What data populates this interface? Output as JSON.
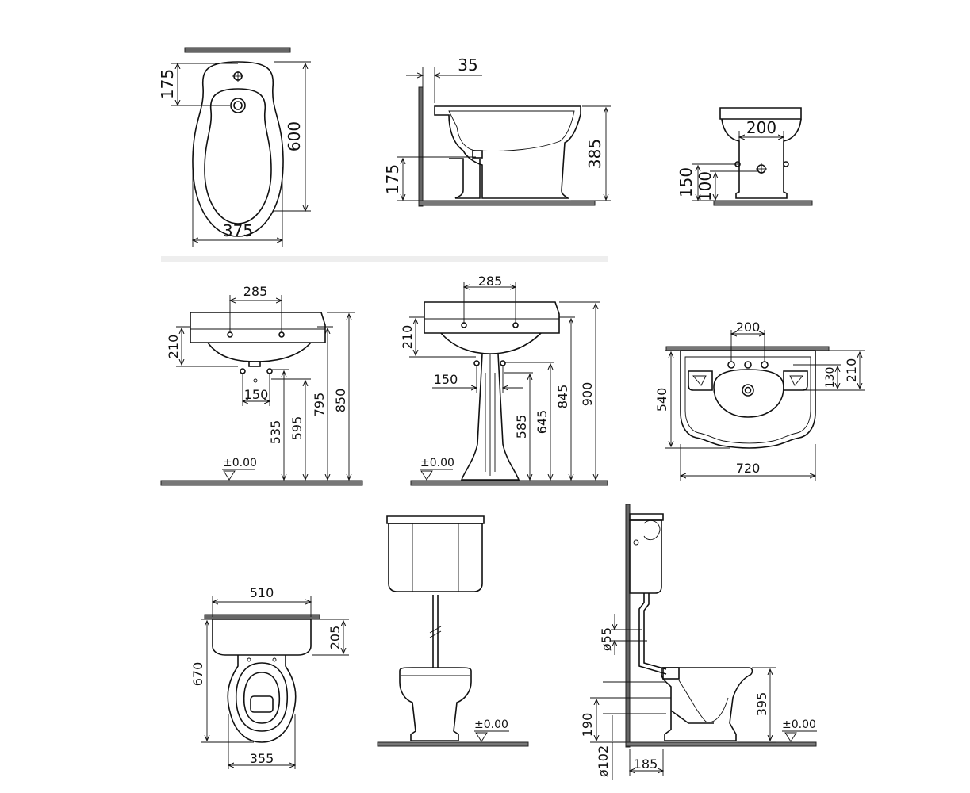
{
  "bidet_top": {
    "d175": "175",
    "d600": "600",
    "d375": "375"
  },
  "bidet_side": {
    "d35": "35",
    "d385": "385",
    "d175": "175"
  },
  "bidet_front": {
    "d200": "200",
    "d150": "150",
    "d100": "100"
  },
  "basin_wall": {
    "d285": "285",
    "d210": "210",
    "d150": "150",
    "d535": "535",
    "d595": "595",
    "d795": "795",
    "d850": "850",
    "level": "±0.00"
  },
  "basin_pedestal": {
    "d285": "285",
    "d210": "210",
    "d150": "150",
    "d585": "585",
    "d645": "645",
    "d845": "845",
    "d900": "900",
    "level": "±0.00"
  },
  "basin_top": {
    "d200": "200",
    "d540": "540",
    "d130": "130",
    "d210": "210",
    "d720": "720"
  },
  "wc_top": {
    "d510": "510",
    "d670": "670",
    "d205": "205",
    "d355": "355"
  },
  "wc_front": {
    "level": "±0.00"
  },
  "wc_side": {
    "d55": "ø55",
    "d190": "190",
    "d102": "ø102",
    "d185": "185",
    "d395": "395",
    "level": "±0.00"
  }
}
